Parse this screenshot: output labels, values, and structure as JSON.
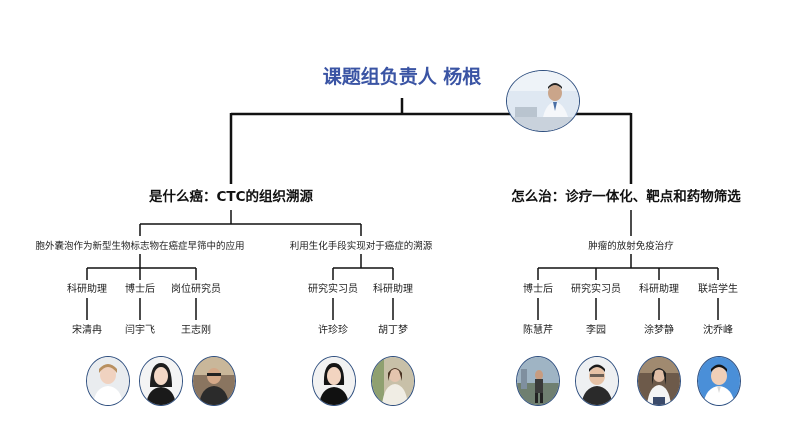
{
  "title": "课题组负责人 杨根",
  "branches": [
    {
      "heading": "是什么癌：CTC的组织溯源",
      "topics": [
        {
          "label": "胞外囊泡作为新型生物标志物在癌症早筛中的应用",
          "members": [
            {
              "role": "科研助理",
              "name": "宋清冉"
            },
            {
              "role": "博士后",
              "name": "闫宇飞"
            },
            {
              "role": "岗位研究员",
              "name": "王志刚"
            }
          ]
        },
        {
          "label": "利用生化手段实现对于癌症的溯源",
          "members": [
            {
              "role": "研究实习员",
              "name": "许珍珍"
            },
            {
              "role": "科研助理",
              "name": "胡丁梦"
            }
          ]
        }
      ]
    },
    {
      "heading": "怎么治：诊疗一体化、靶点和药物筛选",
      "topics": [
        {
          "label": "肿瘤的放射免疫治疗",
          "members": [
            {
              "role": "博士后",
              "name": "陈慧芹"
            },
            {
              "role": "研究实习员",
              "name": "李园"
            },
            {
              "role": "科研助理",
              "name": "涂梦静"
            },
            {
              "role": "联培学生",
              "name": "沈乔峰"
            }
          ]
        }
      ]
    }
  ],
  "colors": {
    "title": "#3a54a4",
    "lines": "#111111",
    "photo_border": "#2f4f7f"
  }
}
